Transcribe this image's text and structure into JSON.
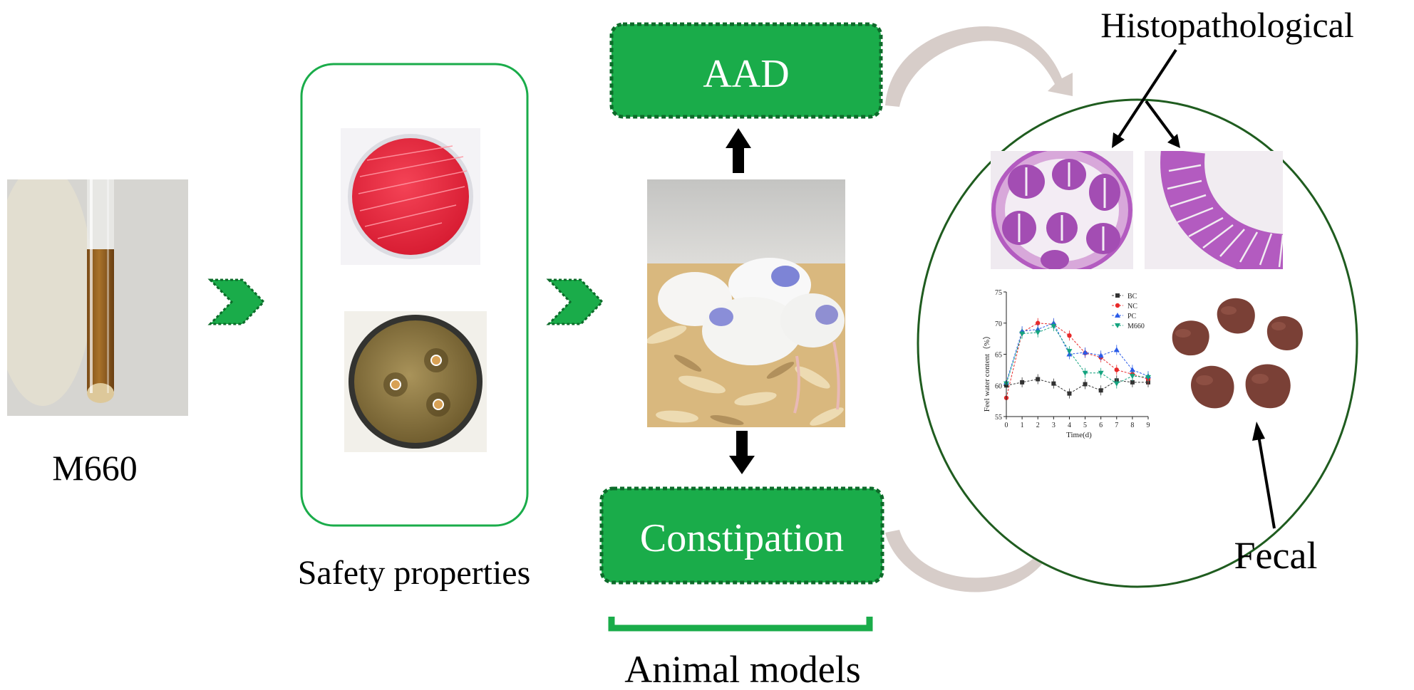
{
  "labels": {
    "strain": "M660",
    "safety": "Safety properties",
    "aad": "AAD",
    "constipation": "Constipation",
    "animal_models": "Animal models",
    "histopathological": "Histopathological",
    "fecal": "Fecal"
  },
  "colors": {
    "green": "#1aac4a",
    "dark_green": "#0d6b2a",
    "circle": "#1f5c1f",
    "curved_arrow": "#d7cdc9",
    "red_agar": "#e8243c",
    "fecal": "#7a4036",
    "tissue": "#b35bc0"
  },
  "chart_data": {
    "type": "line",
    "x": [
      0,
      1,
      2,
      3,
      4,
      5,
      6,
      7,
      8,
      9
    ],
    "xticks": [
      "0",
      "1",
      "2",
      "3",
      "4",
      "5",
      "6",
      "7",
      "8",
      "9"
    ],
    "yticks": [
      "55",
      "60",
      "65",
      "70",
      "75"
    ],
    "xlabel": "Time(d)",
    "ylabel": "Feel water content（%）",
    "xlim": [
      0,
      9
    ],
    "ylim": [
      55,
      75
    ],
    "legend_position": "top-right",
    "series": [
      {
        "name": "BC",
        "color": "#333333",
        "marker": "square",
        "values": [
          60,
          60.5,
          61,
          60.3,
          58.7,
          60.2,
          59.2,
          60.8,
          60.5,
          60.5
        ]
      },
      {
        "name": "NC",
        "color": "#e82a2a",
        "marker": "circle",
        "values": [
          58,
          68.5,
          70,
          69.8,
          68,
          65.2,
          64.5,
          62.5,
          61.8,
          61
        ]
      },
      {
        "name": "PC",
        "color": "#2a5be8",
        "marker": "triangle-up",
        "values": [
          60.5,
          68.7,
          69,
          70,
          65,
          65.3,
          64.8,
          65.7,
          62.5,
          61.5
        ]
      },
      {
        "name": "M660",
        "color": "#14a37f",
        "marker": "triangle-down",
        "values": [
          60.3,
          68.3,
          68.5,
          69.5,
          65.5,
          62,
          62,
          60.3,
          61.5,
          61.3
        ]
      }
    ]
  }
}
